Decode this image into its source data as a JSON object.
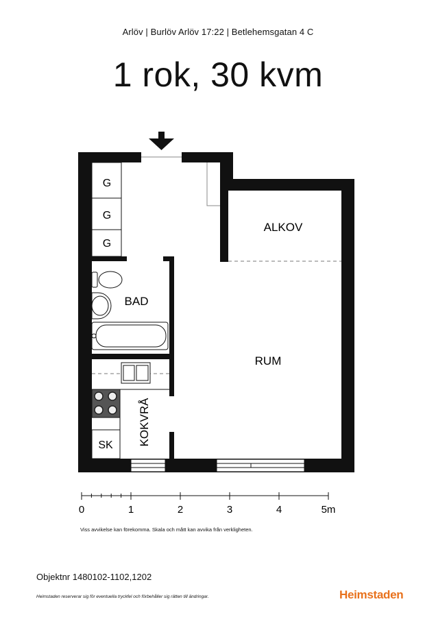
{
  "header": {
    "subtitle": "Arlöv | Burlöv Arlöv 17:22 | Betlehemsgatan 4 C",
    "title": "1 rok, 30 kvm"
  },
  "plan": {
    "rooms": {
      "alkov": "ALKOV",
      "bad": "BAD",
      "rum": "RUM",
      "kokvra": "KOKVRÅ",
      "sk": "SK",
      "g1": "G",
      "g2": "G",
      "g3": "G"
    }
  },
  "scale": {
    "ticks": [
      "0",
      "1",
      "2",
      "3",
      "4",
      "5m"
    ]
  },
  "disclaimer": "Viss avvikelse kan förekomma. Skala och mått kan avvika från verkligheten.",
  "objektnr": "Objektnr 1480102-1102,1202",
  "footer_note": "Heimstaden reserverar sig för eventuella tryckfel och förbehåller sig rätten till ändringar.",
  "brand": {
    "name": "Heimstaden",
    "color": "#e8711c"
  }
}
